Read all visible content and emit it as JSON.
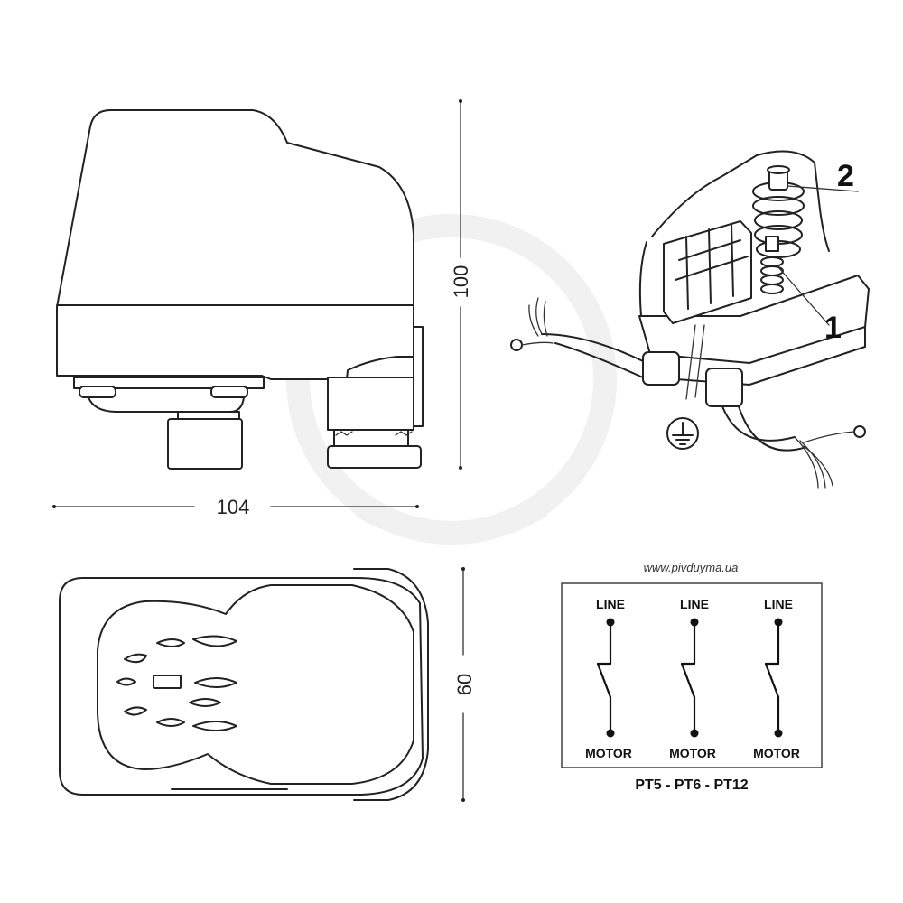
{
  "dimensions": {
    "width": "104",
    "height": "100",
    "depth": "60"
  },
  "callouts": {
    "one": "1",
    "two": "2"
  },
  "wiring": {
    "website": "www.pivduyma.ua",
    "line_label": "LINE",
    "motor_label": "MOTOR",
    "models": "PT5 - PT6 - PT12",
    "circuits": 3
  },
  "icons": {
    "ground": "ground-symbol-icon"
  },
  "colors": {
    "line": "#222222",
    "background": "#ffffff"
  }
}
